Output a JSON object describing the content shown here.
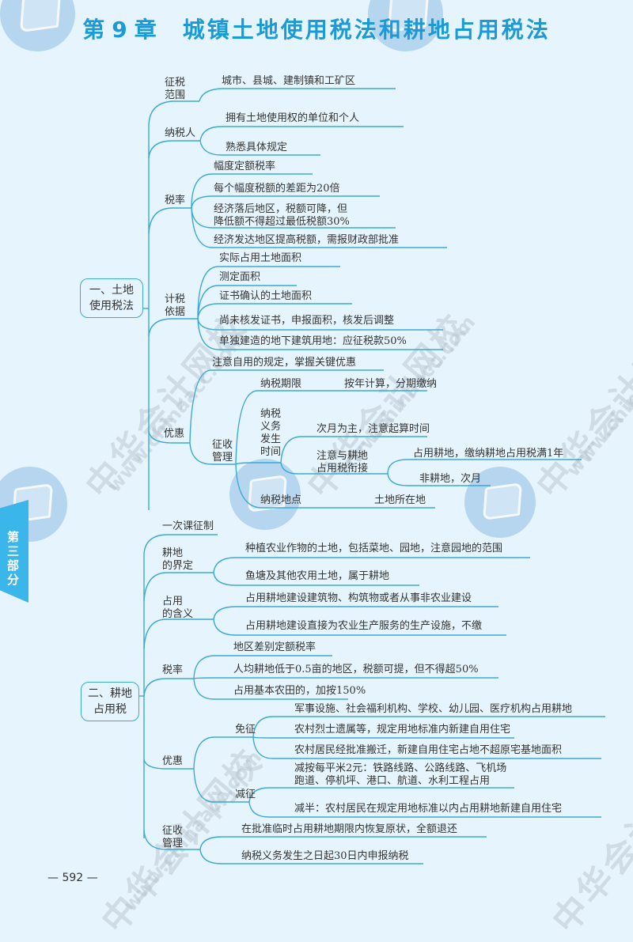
{
  "header": {
    "chapter_prefix": "第",
    "chapter_number": "9",
    "chapter_suffix": "章",
    "title": "城镇土地使用税法和耕地占用税法"
  },
  "side_tab": {
    "label": "第三部分"
  },
  "page_number": "— 592 —",
  "watermark": {
    "text": "中华会计网校",
    "url": "www.chinaacc.com"
  },
  "theme": {
    "accent": "#1a9bd7",
    "line": "#3aa9d4",
    "background": "#e6f5fd",
    "tab": "#3bb6ea"
  },
  "section1": {
    "root": "一、土地\n使用税法",
    "scope": {
      "label": "征税\n范围",
      "items": [
        "城市、县城、建制镇和工矿区"
      ]
    },
    "taxpayer": {
      "label": "纳税人",
      "items": [
        "拥有土地使用权的单位和个人",
        "熟悉具体规定"
      ]
    },
    "rate": {
      "label": "税率",
      "items": [
        "幅度定额税率",
        "每个幅度税额的差距为20倍",
        "经济落后地区，税额可降，但\n降低额不得超过最低税额30%",
        "经济发达地区提高税额，需报财政部批准"
      ]
    },
    "basis": {
      "label": "计税\n依据",
      "items": [
        "实际占用土地面积",
        "测定面积",
        "证书确认的土地面积",
        "尚未核发证书，申报面积，核发后调整",
        "单独建造的地下建筑用地：应征税款50%"
      ]
    },
    "preference": {
      "label": "优惠",
      "items": [
        "注意自用的规定，掌握关键优惠"
      ],
      "collection": {
        "label": "征收\n管理",
        "period": {
          "label": "纳税期限",
          "value": "按年计算，分期缴纳"
        },
        "obligation_time": {
          "label": "纳税\n义务\n发生\n时间",
          "items": [
            "次月为主，注意起算时间"
          ],
          "link": {
            "label": "注意与耕地\n占用税衔接",
            "items": [
              "占用耕地，缴纳耕地占用税满1年",
              "非耕地，次月"
            ]
          }
        },
        "place": {
          "label": "纳税地点",
          "value": "土地所在地"
        }
      }
    }
  },
  "section2": {
    "root": "二、耕地\n占用税",
    "once": {
      "label": "一次课征制"
    },
    "definition": {
      "label": "耕地\n的界定",
      "items": [
        "种植农业作物的土地，包括菜地、园地，注意园地的范围",
        "鱼塘及其他农用土地，属于耕地"
      ]
    },
    "occupation": {
      "label": "占用\n的含义",
      "items": [
        "占用耕地建设建筑物、构筑物或者从事非农业建设",
        "占用耕地建设直接为农业生产服务的生产设施，不缴"
      ]
    },
    "rate": {
      "label": "税率",
      "items": [
        "地区差别定额税率",
        "人均耕地低于0.5亩的地区，税额可提，但不得超50%",
        "占用基本农田的，加按150%"
      ]
    },
    "preference": {
      "label": "优惠",
      "exempt": {
        "label": "免征",
        "items": [
          "军事设施、社会福利机构、学校、幼儿园、医疗机构占用耕地",
          "农村烈士遗属等，规定用地标准内新建自用住宅",
          "农村居民经批准搬迁，新建自用住宅占地不超原宅基地面积"
        ]
      },
      "reduce": {
        "label": "减征",
        "items": [
          "减按每平米2元：铁路线路、公路线路、飞机场\n跑道、停机坪、港口、航道、水利工程占用",
          "减半：农村居民在规定用地标准以内占用耕地新建自用住宅"
        ]
      }
    },
    "collection": {
      "label": "征收\n管理",
      "items": [
        "在批准临时占用耕地期限内恢复原状，全额退还",
        "纳税义务发生之日起30日内申报纳税"
      ]
    }
  }
}
